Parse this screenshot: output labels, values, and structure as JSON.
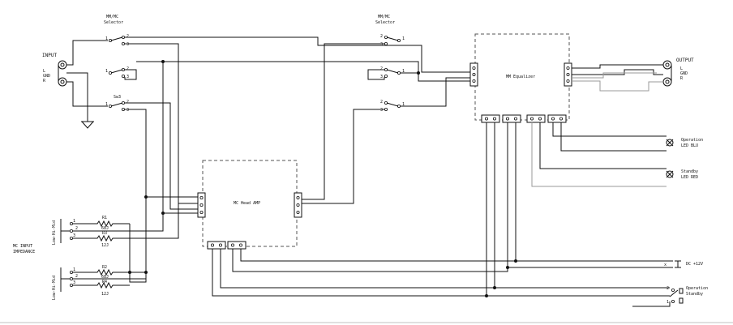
{
  "labels": {
    "input": "INPUT",
    "input_l": "L",
    "input_gnd": "GND",
    "input_r": "R",
    "output": "OUTPUT",
    "output_l": "L",
    "output_gnd": "GND",
    "output_r": "R",
    "sel1_line1": "MM/MC",
    "sel1_line2": "Selector",
    "sel2_line1": "MM/MC",
    "sel2_line2": "Selector",
    "sw3": "Sw3",
    "mm_equalizer": "MM Equalizer",
    "mc_head_amp": "MC Head AMP",
    "operation_led_1": "Operation",
    "operation_led_2": "LED BLU",
    "standby_led_1": "Standby",
    "standby_led_2": "LED RED",
    "dc": "DC +12V",
    "switch_operation": "Operation",
    "switch_standby": "Standby",
    "mc_input_1": "MC INPUT",
    "mc_input_2": "IMPEDANCE",
    "low_hi_mid_1": "Low-Hi-Mid",
    "low_hi_mid_2": "Low-Hi-Mid",
    "r1": "R1",
    "r1v": "68J",
    "r3": "R3",
    "r3v": "12J",
    "r2": "R2",
    "r2v": "68J",
    "r4": "R4",
    "r4v": "12J"
  },
  "colors": {
    "wire": "#111111",
    "wire_secondary": "#9a9a9a",
    "box_outline": "#555555",
    "background": "#ffffff"
  }
}
